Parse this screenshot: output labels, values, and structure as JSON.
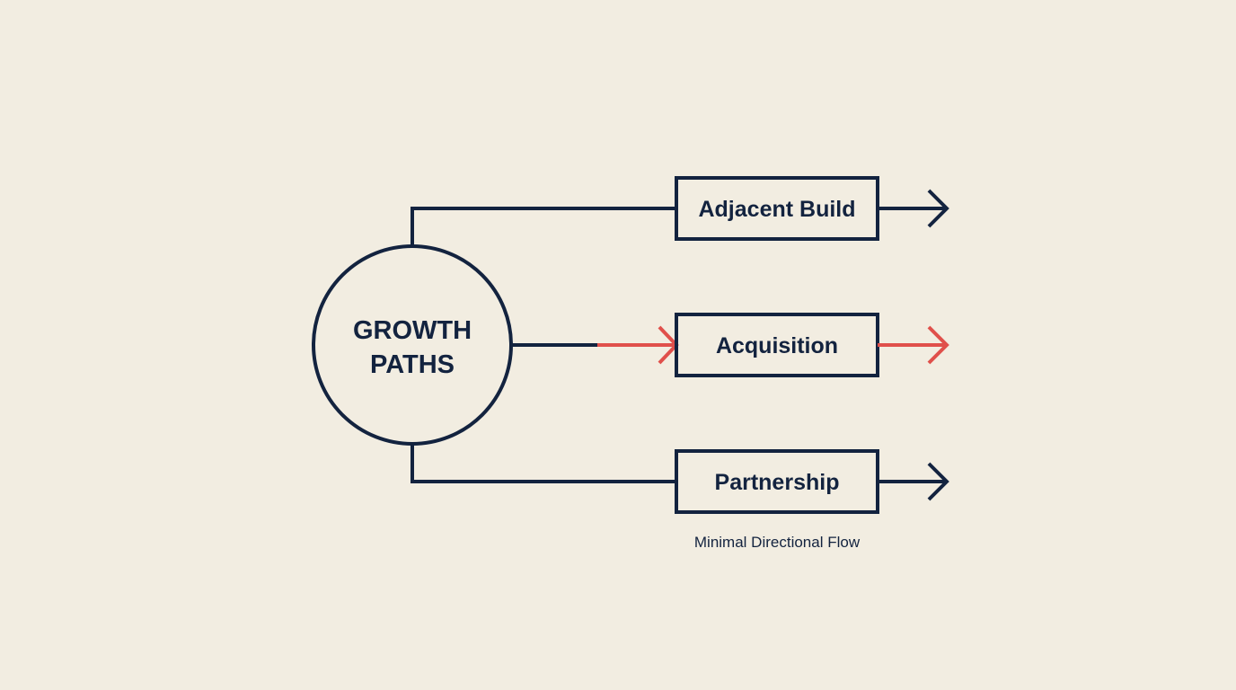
{
  "diagram": {
    "hub": {
      "line1": "GROWTH",
      "line2": "PATHS"
    },
    "paths": [
      {
        "label": "Adjacent Build",
        "highlighted": false
      },
      {
        "label": "Acquisition",
        "highlighted": true
      },
      {
        "label": "Partnership",
        "highlighted": false
      }
    ],
    "caption": "Minimal Directional Flow"
  },
  "colors": {
    "background": "#f2ede1",
    "ink": "#13233f",
    "accent": "#e0504b"
  }
}
